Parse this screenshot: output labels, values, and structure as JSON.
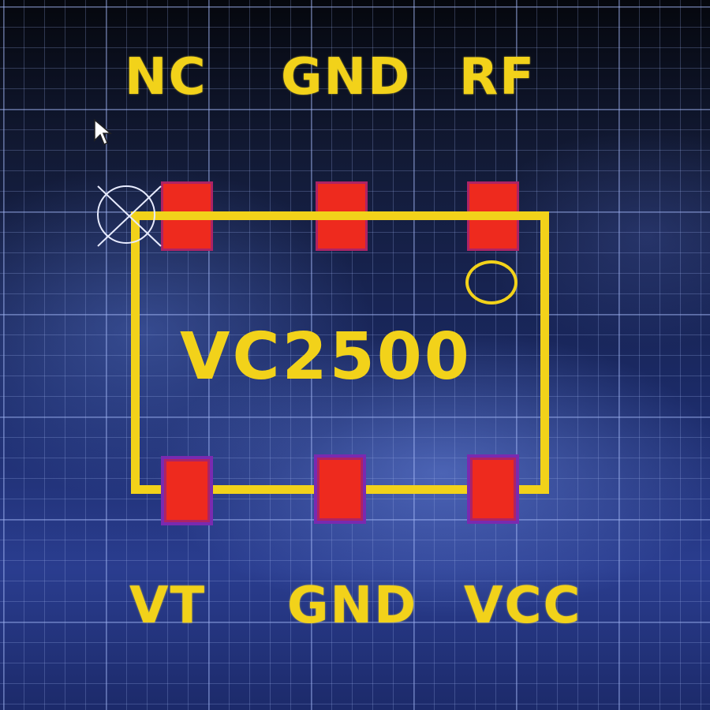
{
  "component": {
    "part_name": "VC2500",
    "top_labels": [
      "NC",
      "GND",
      "RF"
    ],
    "bottom_labels": [
      "VT",
      "GND",
      "VCC"
    ],
    "pad_count_top": 3,
    "pad_count_bottom": 3
  },
  "colors": {
    "silkscreen": "#f2d21a",
    "pad": "#ee2a1e",
    "pad_border": "#7a2ab0",
    "background": "#1b2a66",
    "grid": "#96aae6"
  },
  "icons": {
    "cursor": "arrow-cursor-icon",
    "origin": "origin-crosshair-icon",
    "pin1": "pin1-circle-marker"
  }
}
